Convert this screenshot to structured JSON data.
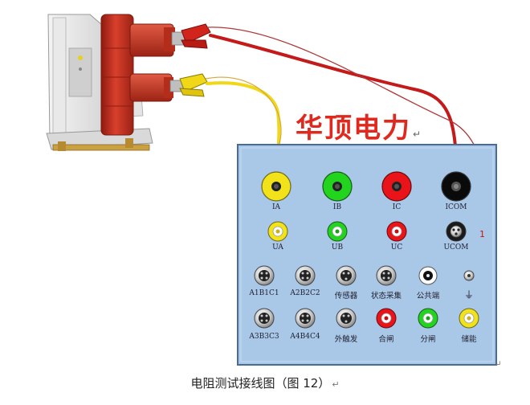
{
  "brand": {
    "text": "华顶电力",
    "mark": "↵"
  },
  "caption": {
    "text": "电阻测试接线图（图 12）",
    "mark": "↵"
  },
  "panel_mark": "↵",
  "pointer_number": "1",
  "panel": {
    "row1": [
      {
        "label": "IA",
        "color": "#f2e21a"
      },
      {
        "label": "IB",
        "color": "#22d41e"
      },
      {
        "label": "IC",
        "color": "#e8141a"
      },
      {
        "label": "ICOM",
        "color": "#0a0a0a"
      }
    ],
    "row2": [
      {
        "label": "UA",
        "color": "#f2e21a"
      },
      {
        "label": "UB",
        "color": "#22d41e"
      },
      {
        "label": "UC",
        "color": "#e8141a"
      },
      {
        "label": "UCOM",
        "color": "#0a0a0a"
      }
    ],
    "row3": [
      {
        "label": "A1B1C1"
      },
      {
        "label": "A2B2C2"
      },
      {
        "label": "传感器"
      },
      {
        "label": "状态采集"
      },
      {
        "label": "公共端"
      },
      {
        "label": "⏚"
      }
    ],
    "row4": [
      {
        "label": "A3B3C3"
      },
      {
        "label": "A4B4C4"
      },
      {
        "label": "外触发"
      },
      {
        "label": "合闸",
        "color": "#e8141a"
      },
      {
        "label": "分闸",
        "color": "#22d41e"
      },
      {
        "label": "储能",
        "color": "#f2e21a"
      }
    ]
  },
  "colors": {
    "panel_bg": "#a9c7e6",
    "panel_border": "#4a6a98",
    "breaker_red": "#c9301f",
    "wire_red": "#c41a1a",
    "wire_yellow": "#f0d818",
    "brand_red": "#e0281e"
  }
}
